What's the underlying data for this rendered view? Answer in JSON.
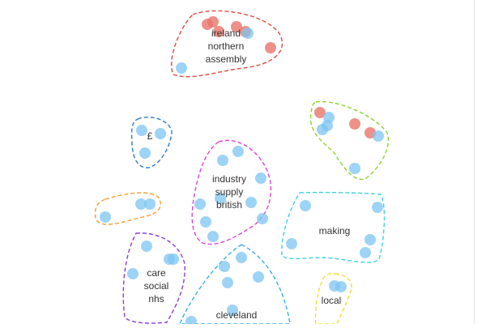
{
  "clusters": [
    {
      "id": "ireland",
      "color": "#e0483c",
      "lines": [
        "ireland",
        "northern",
        "assembly"
      ]
    },
    {
      "id": "pound",
      "color": "#2f7bd0",
      "lines": [
        "£"
      ]
    },
    {
      "id": "green",
      "color": "#8ad42e",
      "lines": []
    },
    {
      "id": "industry",
      "color": "#e040d8",
      "lines": [
        "industry",
        "supply",
        "british"
      ]
    },
    {
      "id": "orange",
      "color": "#f0a030",
      "lines": []
    },
    {
      "id": "making",
      "color": "#3ad2e6",
      "lines": [
        "making"
      ]
    },
    {
      "id": "care",
      "color": "#8a3ae0",
      "lines": [
        "care",
        "social",
        "nhs"
      ]
    },
    {
      "id": "cleveland",
      "color": "#3aaee6",
      "lines": [
        "cleveland"
      ]
    },
    {
      "id": "local",
      "color": "#f0e030",
      "lines": [
        "local"
      ]
    }
  ]
}
